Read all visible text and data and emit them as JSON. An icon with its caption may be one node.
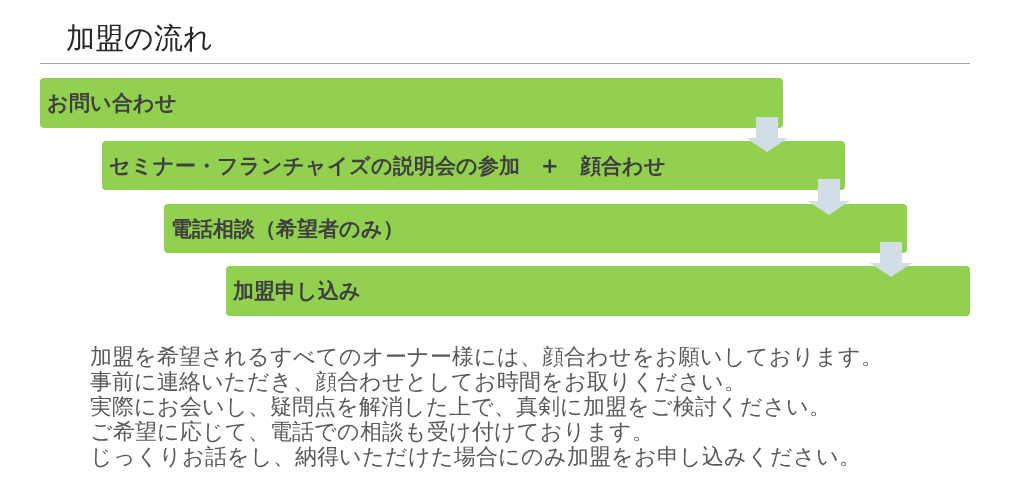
{
  "diagram": {
    "title": "加盟の流れ",
    "nodes": [
      {
        "text": [
          "お問い合わせ"
        ]
      },
      {
        "text": [
          "セミナー・フランチャイズの説明会の参加　+　顔合わせ"
        ]
      },
      {
        "text": [
          "電話相談（希望者のみ）"
        ]
      },
      {
        "text": [
          "加盟申し込み"
        ]
      }
    ],
    "edges": [
      {
        "from": 0,
        "to": 1,
        "arrow": "to"
      },
      {
        "from": 1,
        "to": 2,
        "arrow": "to"
      },
      {
        "from": 2,
        "to": 3,
        "arrow": "to"
      }
    ],
    "labels": [
      "加盟を希望されるすべてのオーナー様には、顔合わせをお願いしております。",
      "事前に連絡いただき、顔合わせとしてお時間をお取りください。",
      "実際にお会いし、疑問点を解消した上で、真剣に加盟をご検討ください。",
      "ご希望に応じて、電話での相談も受け付けております。",
      "じっくりお話をし、納得いただけた場合にのみ加盟をお申し込みください。"
    ]
  }
}
